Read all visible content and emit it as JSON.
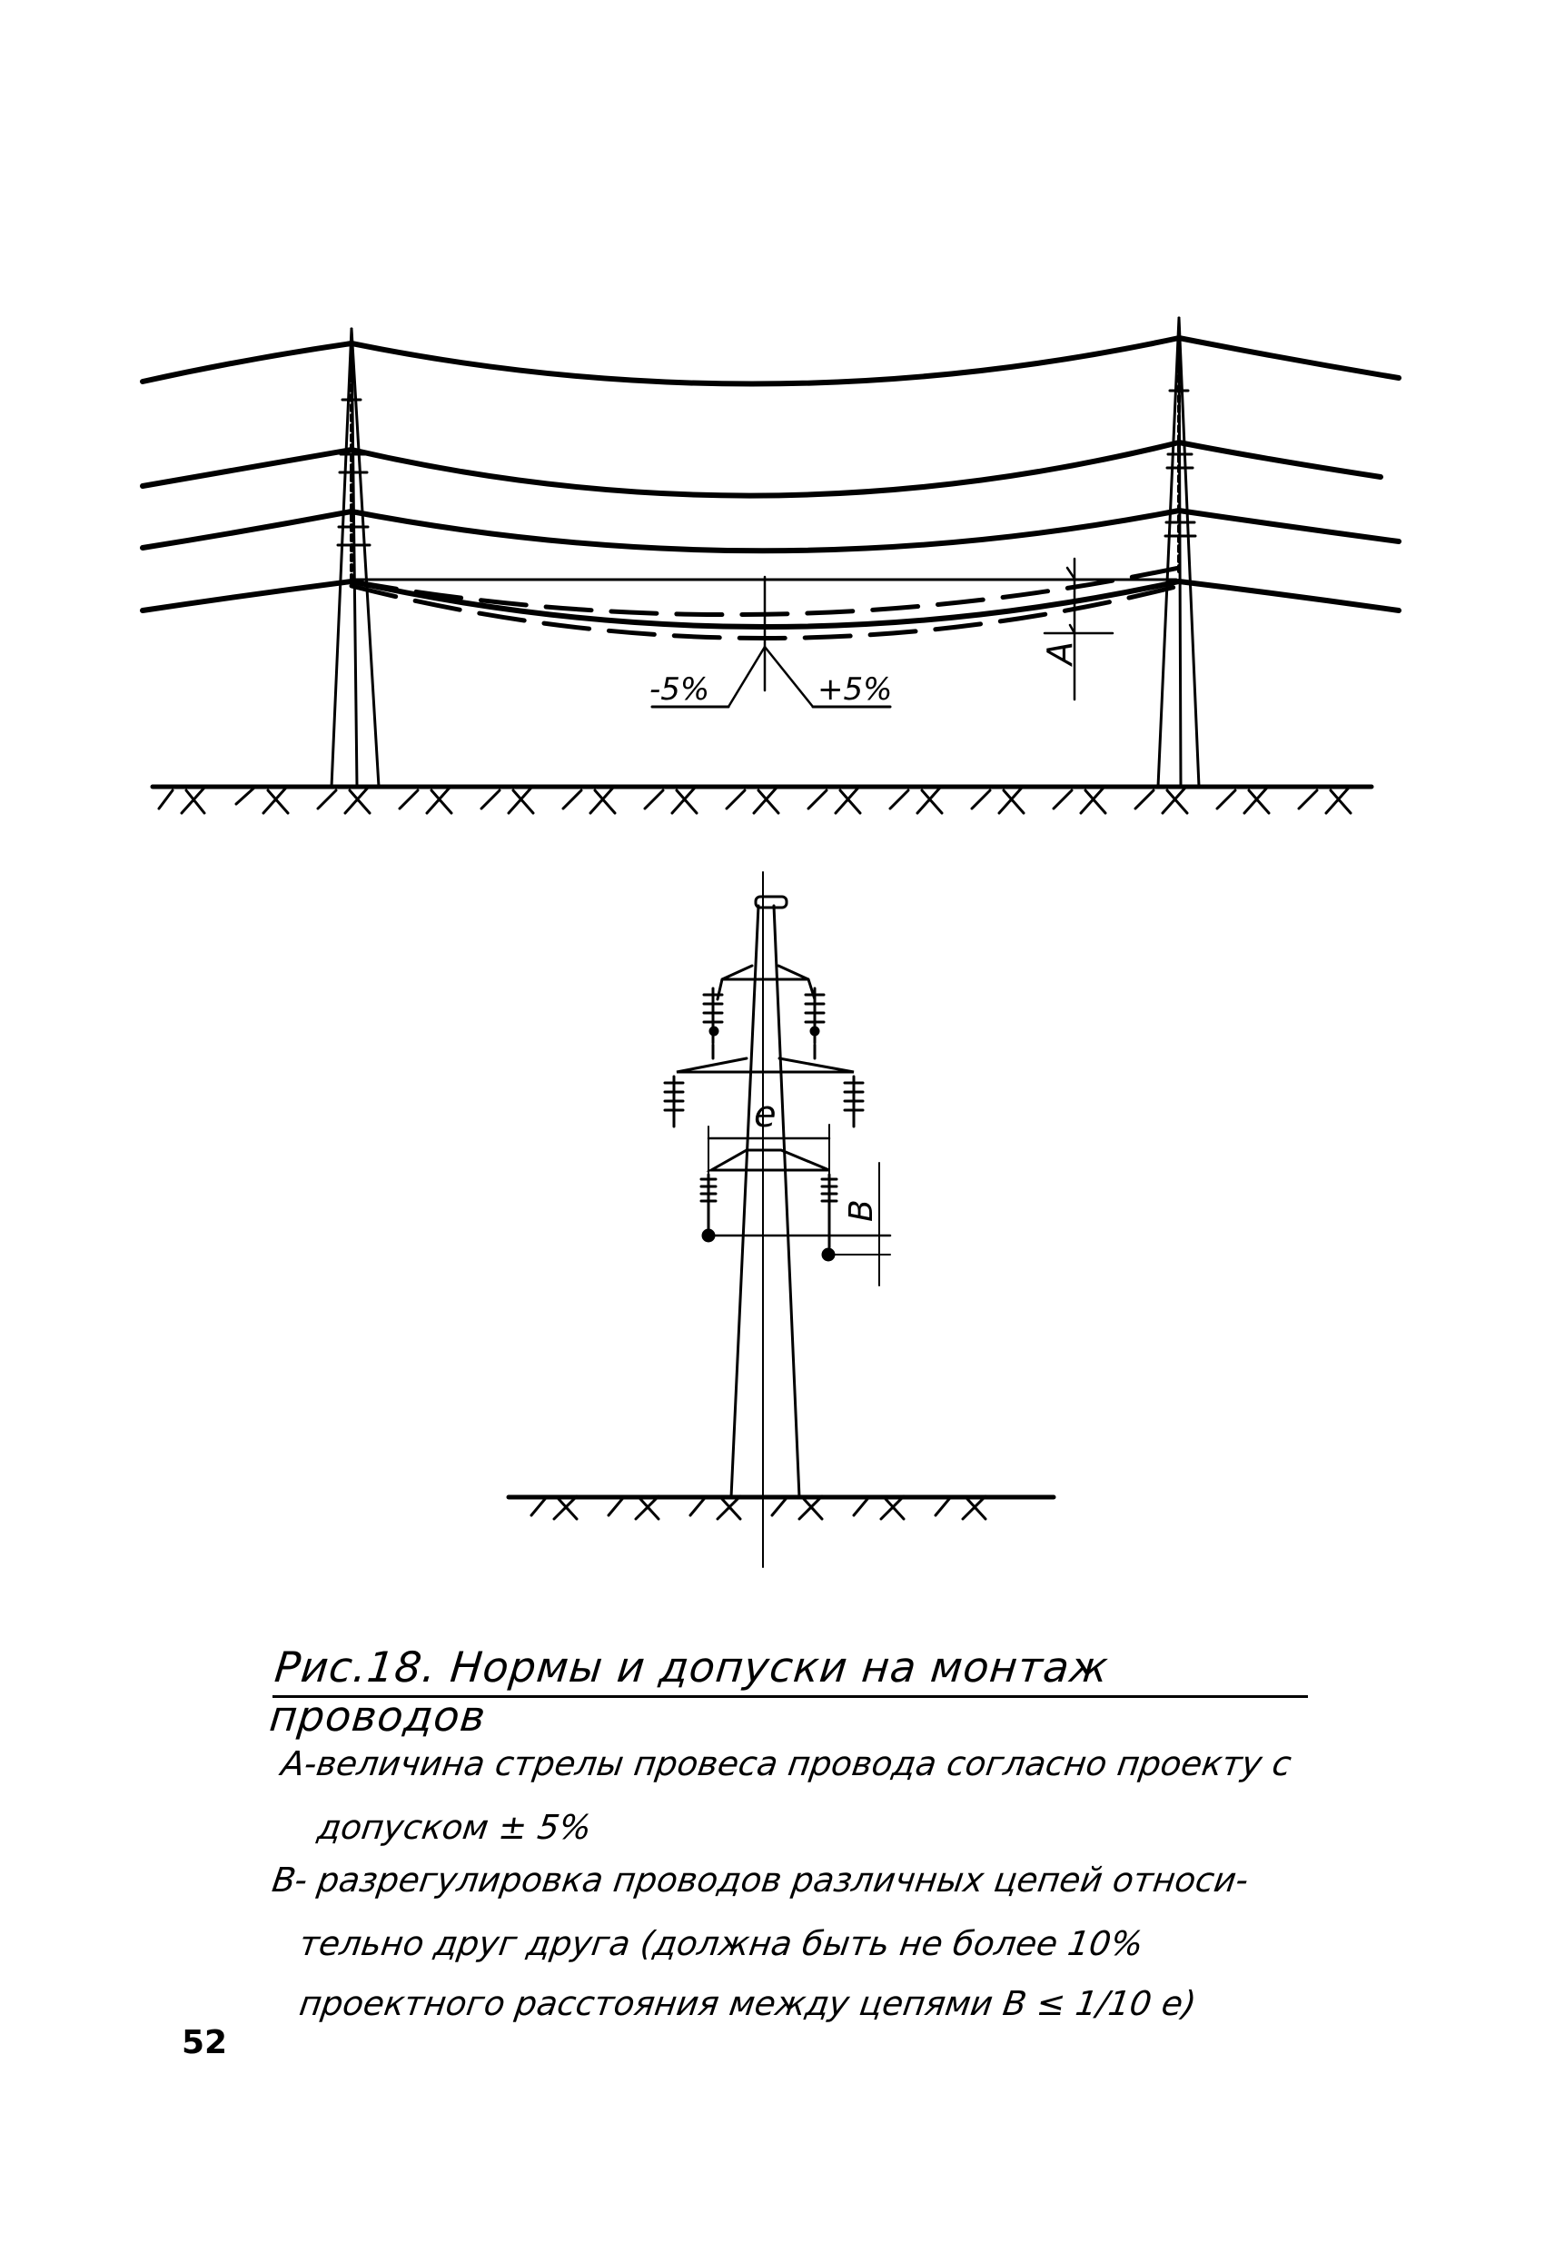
{
  "figure": {
    "caption": "Рис.18. Нормы и допуски на монтаж проводов",
    "top_view": {
      "tolerance_minus": "-5%",
      "tolerance_plus": "+5%",
      "dimension_label": "A"
    },
    "tower_view": {
      "spacing_label": "e",
      "offset_label": "B"
    }
  },
  "notes": [
    {
      "line": "A-величина стрелы провеса провода согласно проекту с"
    },
    {
      "line": "допуском ± 5%"
    },
    {
      "line": "B- разрегулировка проводов различных цепей относи-"
    },
    {
      "line": "тельно друг друга (должна быть не более 10%"
    },
    {
      "line": "проектного расстояния между цепями B ≤ 1/10 e)"
    }
  ],
  "page_number": "52"
}
